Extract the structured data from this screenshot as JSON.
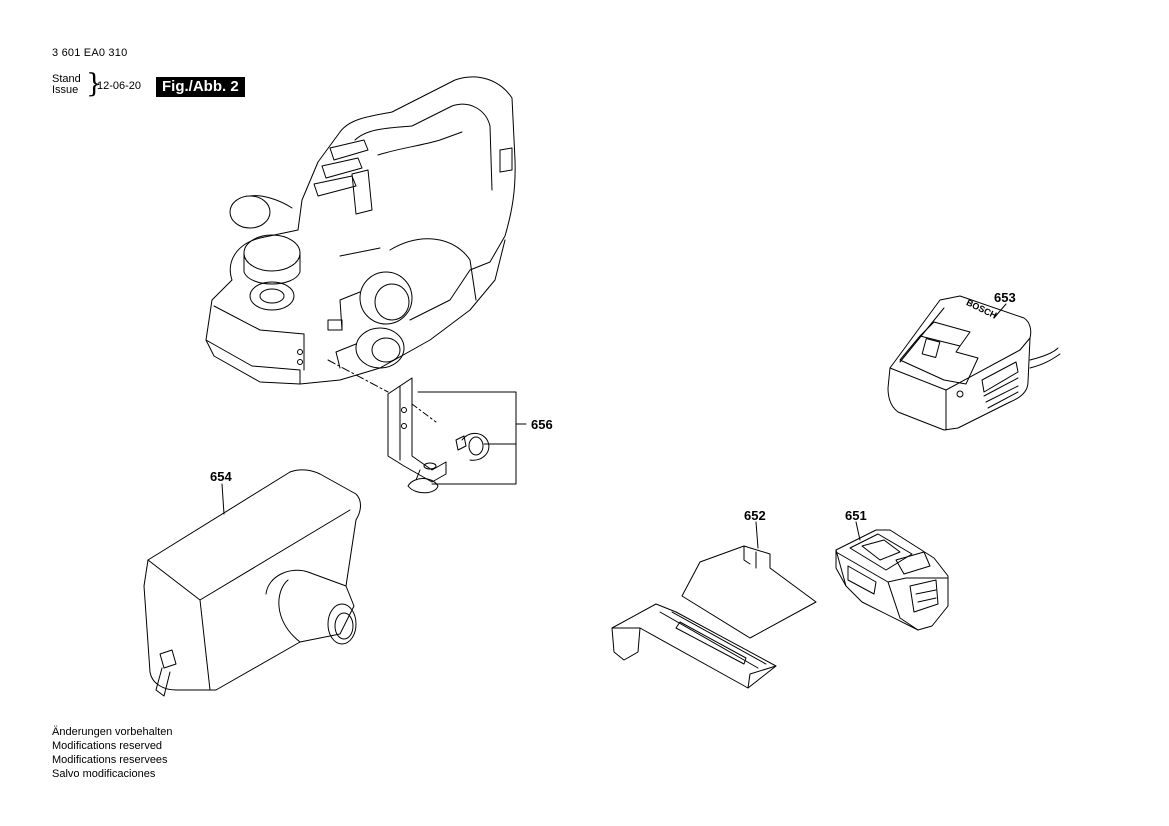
{
  "header": {
    "doc_number": "3 601 EA0 310",
    "stand_label": "Stand",
    "issue_label": "Issue",
    "date": "12-06-20",
    "figure_label": "Fig./Abb. 2"
  },
  "parts": [
    {
      "number": "653",
      "name_icon": "charger-icon"
    },
    {
      "number": "656",
      "name_icon": "parallel-guide-bracket-icon"
    },
    {
      "number": "654",
      "name_icon": "dust-bag-icon"
    },
    {
      "number": "652",
      "name_icon": "guide-fence-icon"
    },
    {
      "number": "651",
      "name_icon": "battery-pack-icon"
    }
  ],
  "notes": [
    "Änderungen vorbehalten",
    "Modifications reserved",
    "Modifications reservees",
    "Salvo modificaciones"
  ],
  "charger_brand": "BOSCH"
}
